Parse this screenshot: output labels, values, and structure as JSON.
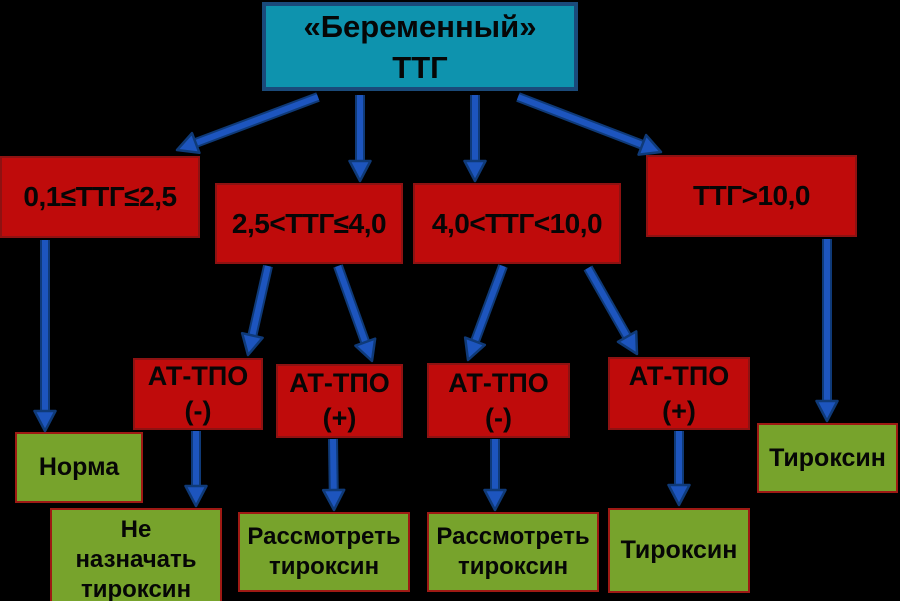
{
  "colors": {
    "background": "#000000",
    "cyan_fill": "#0e93ae",
    "cyan_border": "#1a4a7a",
    "red_fill": "#bf0b0b",
    "red_border": "#8e1212",
    "green_fill": "#77a32c",
    "green_border": "#9e1a14",
    "arrow_fill": "#1d55be",
    "arrow_outline": "#0f3a78",
    "text": "#060606"
  },
  "nodes": {
    "pregnant_tsh": {
      "lines": [
        "«Беременный»",
        "ТТГ"
      ]
    },
    "tsh_0_1_to_2_5": {
      "lines": [
        "0,1≤ТТГ≤2,5"
      ]
    },
    "tsh_2_5_to_4_0": {
      "lines": [
        "2,5<ТТГ≤4,0"
      ]
    },
    "tsh_4_0_to_10_0": {
      "lines": [
        "4,0<ТТГ<10,0"
      ]
    },
    "tsh_over_10": {
      "lines": [
        "ТТГ>10,0"
      ]
    },
    "at_tpo_neg_1": {
      "lines": [
        "АТ-ТПО",
        "(-)"
      ]
    },
    "at_tpo_pos_1": {
      "lines": [
        "АТ-ТПО",
        "(+)"
      ]
    },
    "at_tpo_neg_2": {
      "lines": [
        "АТ-ТПО",
        "(-)"
      ]
    },
    "at_tpo_pos_2": {
      "lines": [
        "АТ-ТПО",
        "(+)"
      ]
    },
    "norma": {
      "lines": [
        "Норма"
      ]
    },
    "no_thyroxine": {
      "lines": [
        "Не",
        "назначать",
        "тироксин"
      ]
    },
    "consider_thyroxine_1": {
      "lines": [
        "Рассмотреть",
        "тироксин"
      ]
    },
    "consider_thyroxine_2": {
      "lines": [
        "Рассмотреть",
        "тироксин"
      ]
    },
    "thyroxine_bottom": {
      "lines": [
        "Тироксин"
      ]
    },
    "thyroxine_right": {
      "lines": [
        "Тироксин"
      ]
    }
  },
  "arrows": [
    {
      "from": "pregnant_tsh",
      "to": "tsh_0_1_to_2_5"
    },
    {
      "from": "pregnant_tsh",
      "to": "tsh_2_5_to_4_0"
    },
    {
      "from": "pregnant_tsh",
      "to": "tsh_4_0_to_10_0"
    },
    {
      "from": "pregnant_tsh",
      "to": "tsh_over_10"
    },
    {
      "from": "tsh_0_1_to_2_5",
      "to": "norma"
    },
    {
      "from": "tsh_2_5_to_4_0",
      "to": "at_tpo_neg_1"
    },
    {
      "from": "tsh_2_5_to_4_0",
      "to": "at_tpo_pos_1"
    },
    {
      "from": "tsh_4_0_to_10_0",
      "to": "at_tpo_neg_2"
    },
    {
      "from": "tsh_4_0_to_10_0",
      "to": "at_tpo_pos_2"
    },
    {
      "from": "tsh_over_10",
      "to": "thyroxine_right"
    },
    {
      "from": "at_tpo_neg_1",
      "to": "no_thyroxine"
    },
    {
      "from": "at_tpo_pos_1",
      "to": "consider_thyroxine_1"
    },
    {
      "from": "at_tpo_neg_2",
      "to": "consider_thyroxine_2"
    },
    {
      "from": "at_tpo_pos_2",
      "to": "thyroxine_bottom"
    }
  ]
}
